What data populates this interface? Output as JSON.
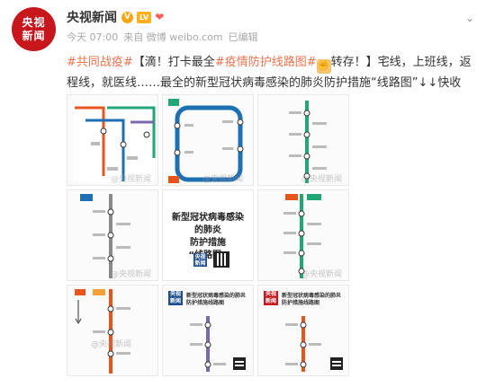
{
  "user": {
    "name": "央视新闻",
    "avatar_text": "央视新闻",
    "verified_badge": "V",
    "level_badge": "LV"
  },
  "meta": {
    "time": "今天 07:00",
    "source": "来自 微博 weibo.com",
    "edited": "已编辑"
  },
  "post": {
    "topic1": "#共同战疫#",
    "text1": "【滴！打卡最全",
    "topic2": "#疫情防护线路图#",
    "text2": "转存！】宅线，上班线，返程线，就医线……最全的新型冠状病毒感染的肺炎防护措施“线路图”↓↓快收好！"
  },
  "center_panel": {
    "line1": "新型冠状病毒感染的肺炎",
    "line2": "防护措施",
    "line3": "“线路图”",
    "logo": "央视新闻"
  },
  "mini_cards": {
    "title_line1": "新型冠状病毒感染的肺炎",
    "title_line2": "防护措施线路图",
    "logo": "央视新闻"
  },
  "watermark": "@央视新闻",
  "colors": {
    "topic": "#eb7350",
    "brand_red": "#c8161d",
    "line_green": "#21a675",
    "line_blue": "#1f6fb3",
    "line_orange": "#e8541c",
    "line_purple": "#7b68ae",
    "line_grey": "#8a8a8a"
  }
}
